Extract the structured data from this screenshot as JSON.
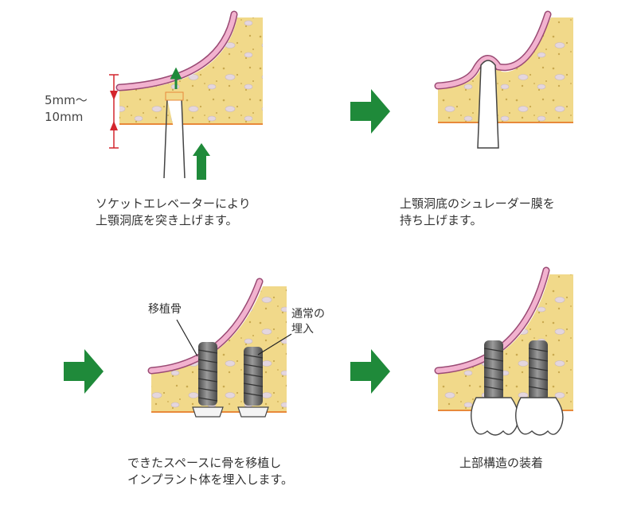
{
  "steps": [
    {
      "caption": "ソケットエレベーターにより\n上顎洞底を突き上げます。"
    },
    {
      "caption": "上顎洞底のシュレーダー膜を\n持ち上げます。"
    },
    {
      "caption": "できたスペースに骨を移植し\nインプラント体を埋入します。"
    },
    {
      "caption": "上部構造の装着"
    }
  ],
  "measurement": "5mm〜\n10mm",
  "labels": {
    "graft_bone": "移植骨",
    "normal_placement": "通常の\n埋入"
  },
  "colors": {
    "bone": "#f1d98a",
    "membrane": "#f2b2cf",
    "membrane_line": "#9a4a74",
    "arrow_green": "#1f8a3a",
    "measure_red": "#d4262e",
    "implant": "#6d6d6d"
  }
}
